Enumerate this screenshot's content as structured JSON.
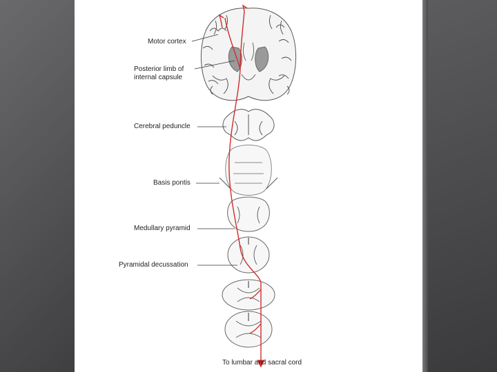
{
  "slide": {
    "labels": {
      "motor_cortex": "Motor cortex",
      "posterior_limb_line1": "Posterior limb of",
      "posterior_limb_line2": "internal capsule",
      "cerebral_peduncle": "Cerebral peduncle",
      "basis_pontis": "Basis pontis",
      "medullary_pyramid": "Medullary pyramid",
      "pyramidal_decussation": "Pyramidal decussation",
      "to_lumbar": "To lumbar and sacral cord"
    },
    "colors": {
      "tract": "#d22a2a",
      "outline": "#555555",
      "gray_matter": "#9a9a9a",
      "background_panel": "#ffffff"
    }
  }
}
